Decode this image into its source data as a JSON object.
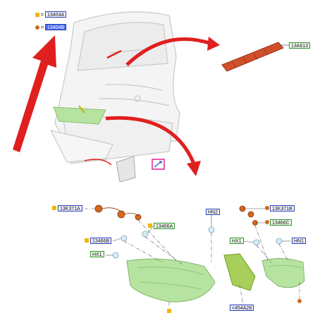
{
  "legend": {
    "item1_prefix": "=",
    "item1_code": "13404A",
    "item2_prefix": "=",
    "item2_code": "13404B"
  },
  "callouts": {
    "brake_lamp": "13A613",
    "socket_left": "13K371A",
    "bulb_holder_left": "13466A",
    "bulb_left": "13466B",
    "hx1_left": "HX1",
    "hn2": "HN2",
    "socket_right": "13K371B",
    "bulb_holder_right": "13466C",
    "hx1_right": "HX1",
    "hn1": "HN1",
    "bracket": "<454A28"
  },
  "colors": {
    "lamp_green": "#b7e3a0",
    "arrow_red": "#e0201e",
    "marker_yellow": "#f2b400",
    "marker_orange": "#d2691e",
    "label_blue": "#2a3fb0",
    "label_green": "#2f8f2f",
    "highlight_magenta": "#e0208a"
  }
}
